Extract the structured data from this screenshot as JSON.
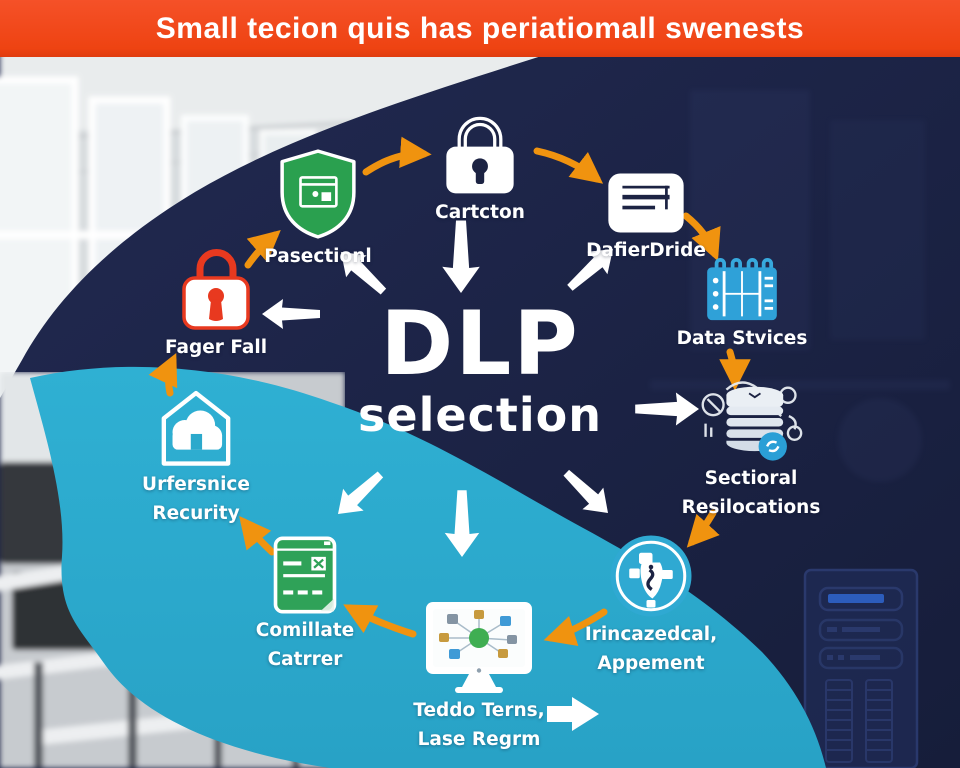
{
  "banner": {
    "title": "Small tecion quis has periatiomall swenests"
  },
  "center": {
    "title": "DLP",
    "subtitle": "selection"
  },
  "nodes": [
    {
      "icon": "shield-check",
      "label1": "Pasectionl",
      "label2": ""
    },
    {
      "icon": "padlock",
      "label1": "Cartcton",
      "label2": ""
    },
    {
      "icon": "document-lines",
      "label1": "DafierDride",
      "label2": ""
    },
    {
      "icon": "calendar-grid",
      "label1": "Data Stvices",
      "label2": ""
    },
    {
      "icon": "database-gears",
      "label1": "Sectioral",
      "label2": "Resilocations"
    },
    {
      "icon": "process-badge",
      "label1": "Irincazedcal,",
      "label2": "Appement"
    },
    {
      "icon": "monitor-network",
      "label1": "Teddo Terns,",
      "label2": "Lase Regrm"
    },
    {
      "icon": "report-checklist",
      "label1": "Comillate",
      "label2": "Catrrer"
    },
    {
      "icon": "cloud-house",
      "label1": "Urfersnice",
      "label2": "Recurity"
    },
    {
      "icon": "red-padlock",
      "label1": "Fager Fall",
      "label2": ""
    }
  ],
  "colors": {
    "banner_orange": "#f04a17",
    "navy": "#1c2444",
    "teal": "#2ba9cc",
    "arrow_orange": "#f0930f",
    "shield_green": "#2aa04f",
    "doc_green": "#2fa258",
    "lock_red": "#e8391f",
    "calendar_blue": "#2fa1d8",
    "badge_blue": "#2fa9d2"
  }
}
